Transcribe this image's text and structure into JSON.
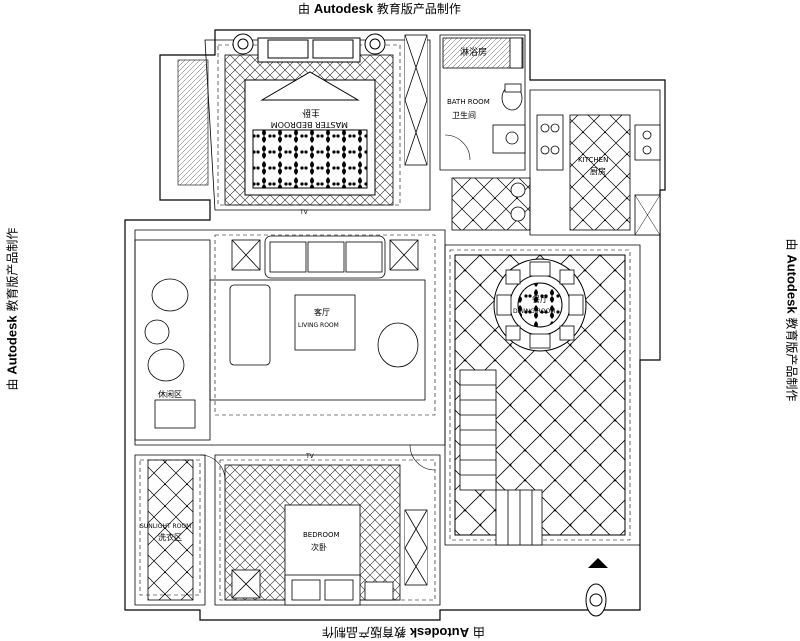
{
  "watermark": {
    "prefix": "由 ",
    "brand": "Autodesk",
    "suffix": " 教育版产品制作"
  },
  "rooms": {
    "shower": "淋浴房",
    "bathroom_en": "BATH ROOM",
    "bathroom_cn": "卫生间",
    "master_en": "MASTER BEDROOM",
    "master_cn": "主卧",
    "kitchen_en": "KITCHEN",
    "kitchen_cn": "厨房",
    "dining_en": "DINING ROOM",
    "dining_cn": "餐厅",
    "living_en": "LIVING ROOM",
    "living_cn": "客厅",
    "leisure_cn": "休闲区",
    "sunlight_en": "SUNLIGHT ROOM",
    "sunlight_cn": "洗衣区",
    "bedroom_en": "BEDROOM",
    "bedroom_cn": "次卧",
    "tv1": "TV",
    "tv2": "TV"
  }
}
